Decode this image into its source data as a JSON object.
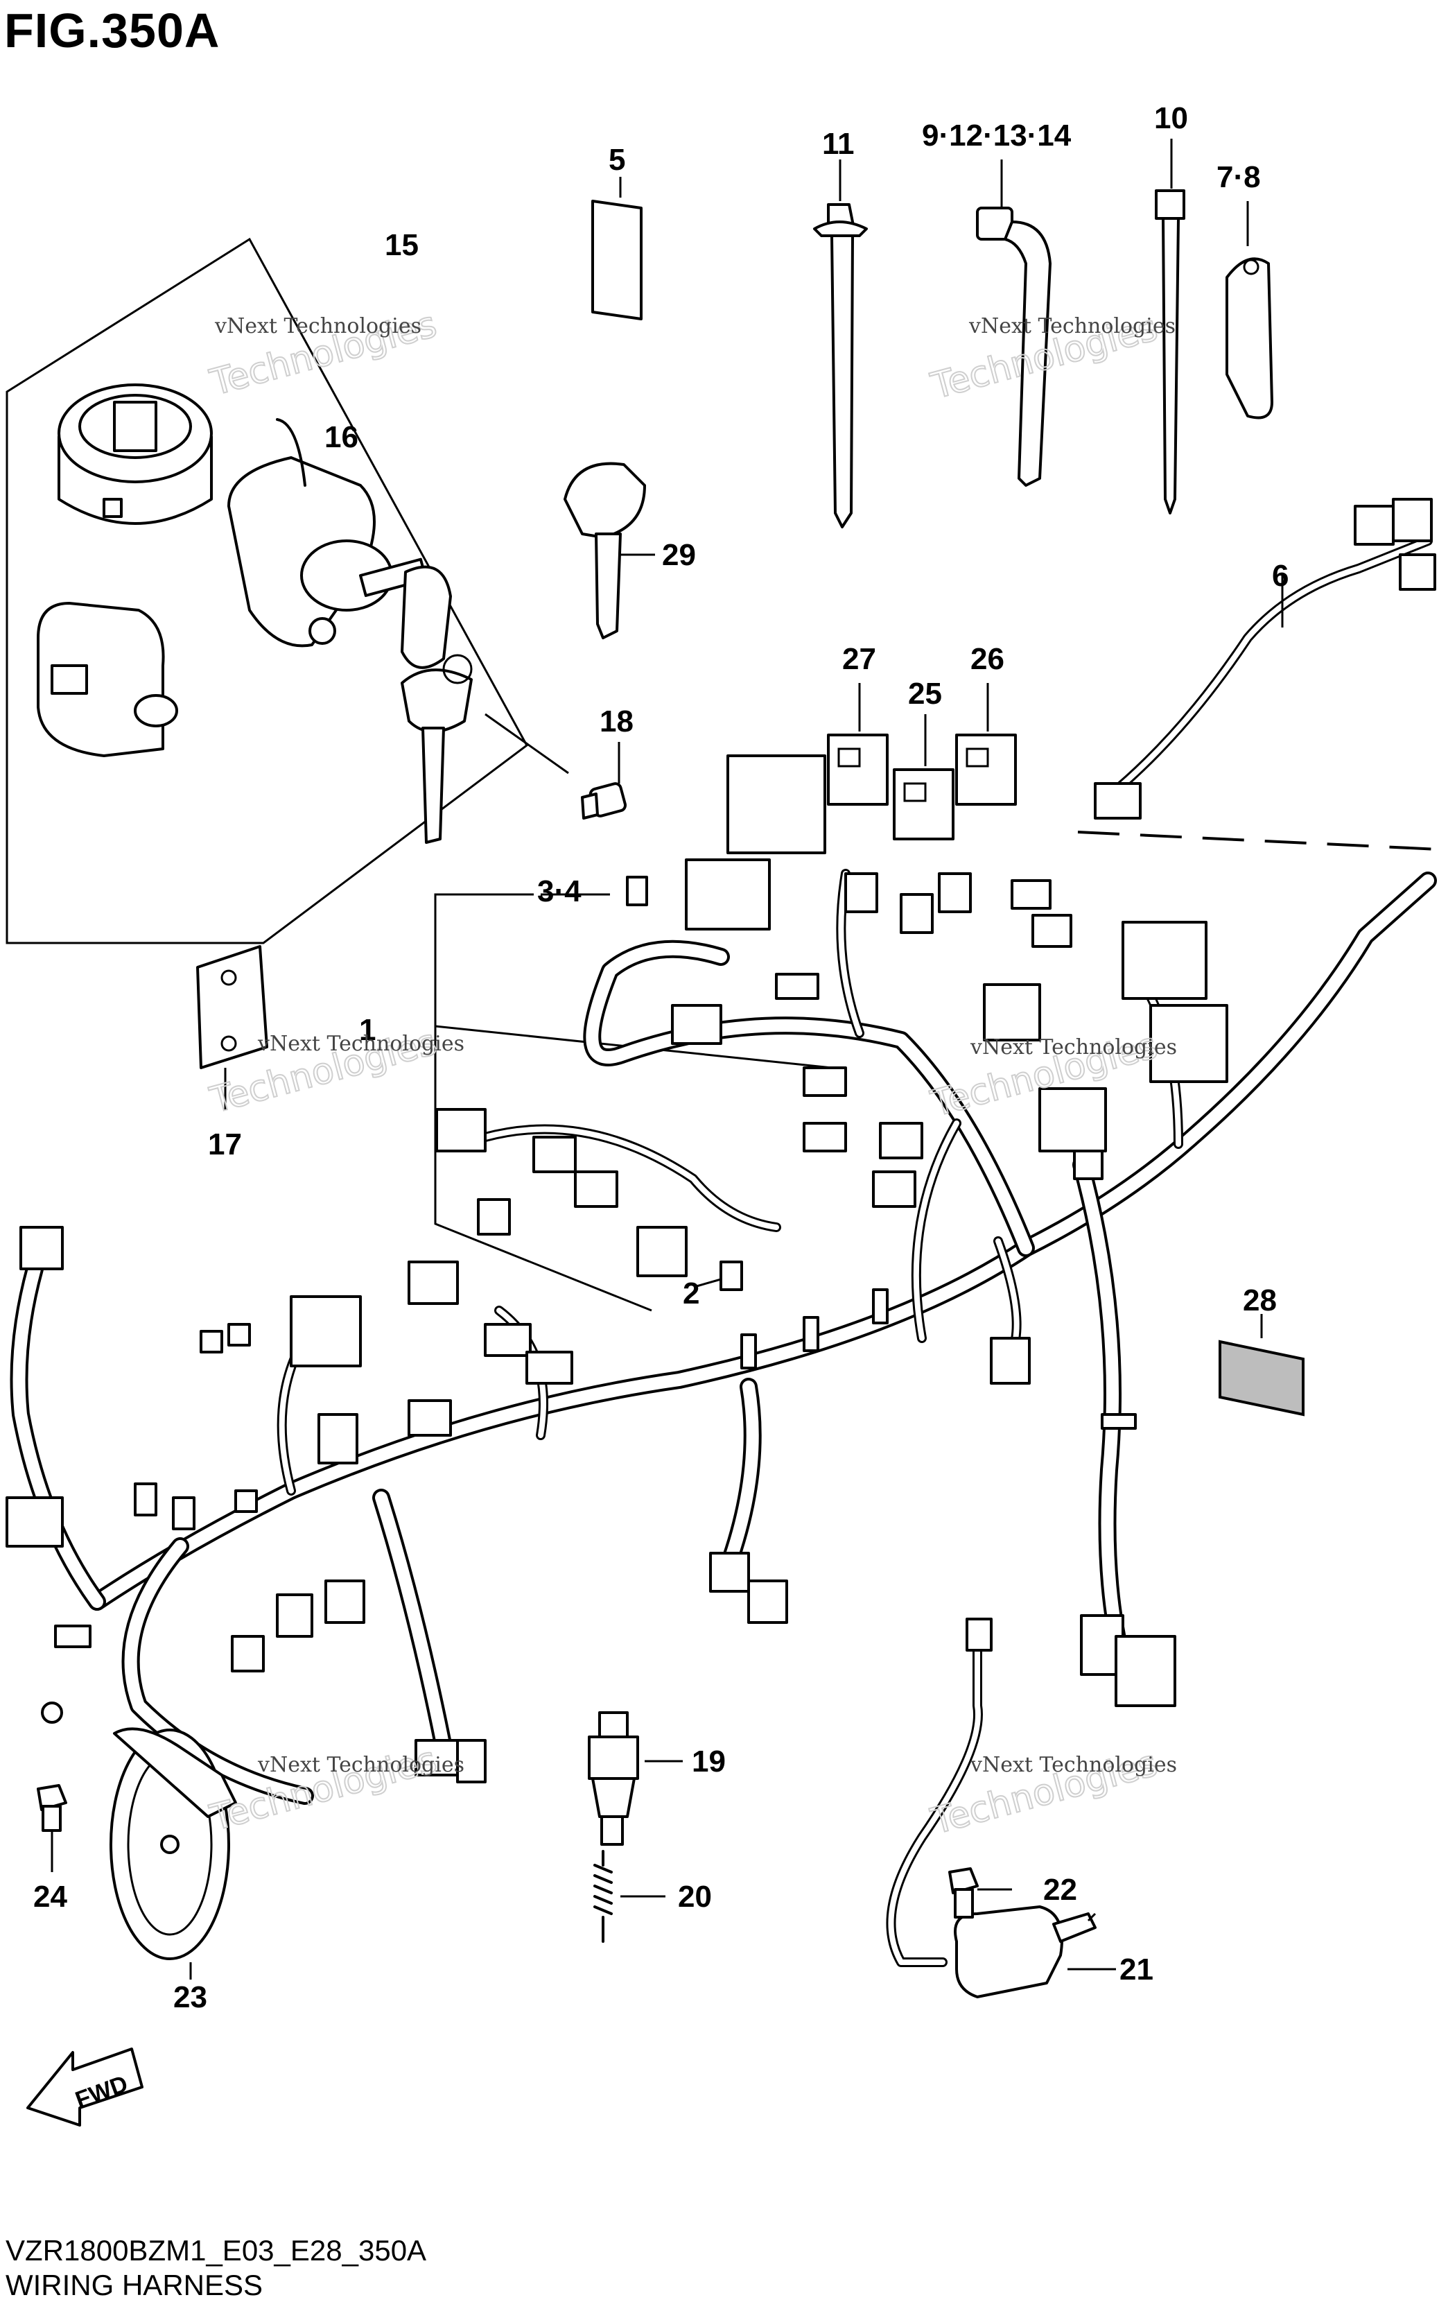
{
  "figure": {
    "title": "FIG.350A",
    "model_code": "VZR1800BZM1_E03_E28_350A",
    "caption": "WIRING HARNESS"
  },
  "callouts": {
    "c1": "1",
    "c2": "2",
    "c34": "3·4",
    "c5": "5",
    "c6": "6",
    "c78": "7·8",
    "c9121314": "9·12·13·14",
    "c10": "10",
    "c11": "11",
    "c15": "15",
    "c16": "16",
    "c17": "17",
    "c18": "18",
    "c19": "19",
    "c20": "20",
    "c21": "21",
    "c22": "22",
    "c23": "23",
    "c24": "24",
    "c25": "25",
    "c26": "26",
    "c27": "27",
    "c28": "28",
    "c29": "29"
  },
  "watermark": {
    "line1": "vNext Technologies",
    "line2": "Technologies",
    "brand": "vNext"
  },
  "fwd_label": "FWD"
}
